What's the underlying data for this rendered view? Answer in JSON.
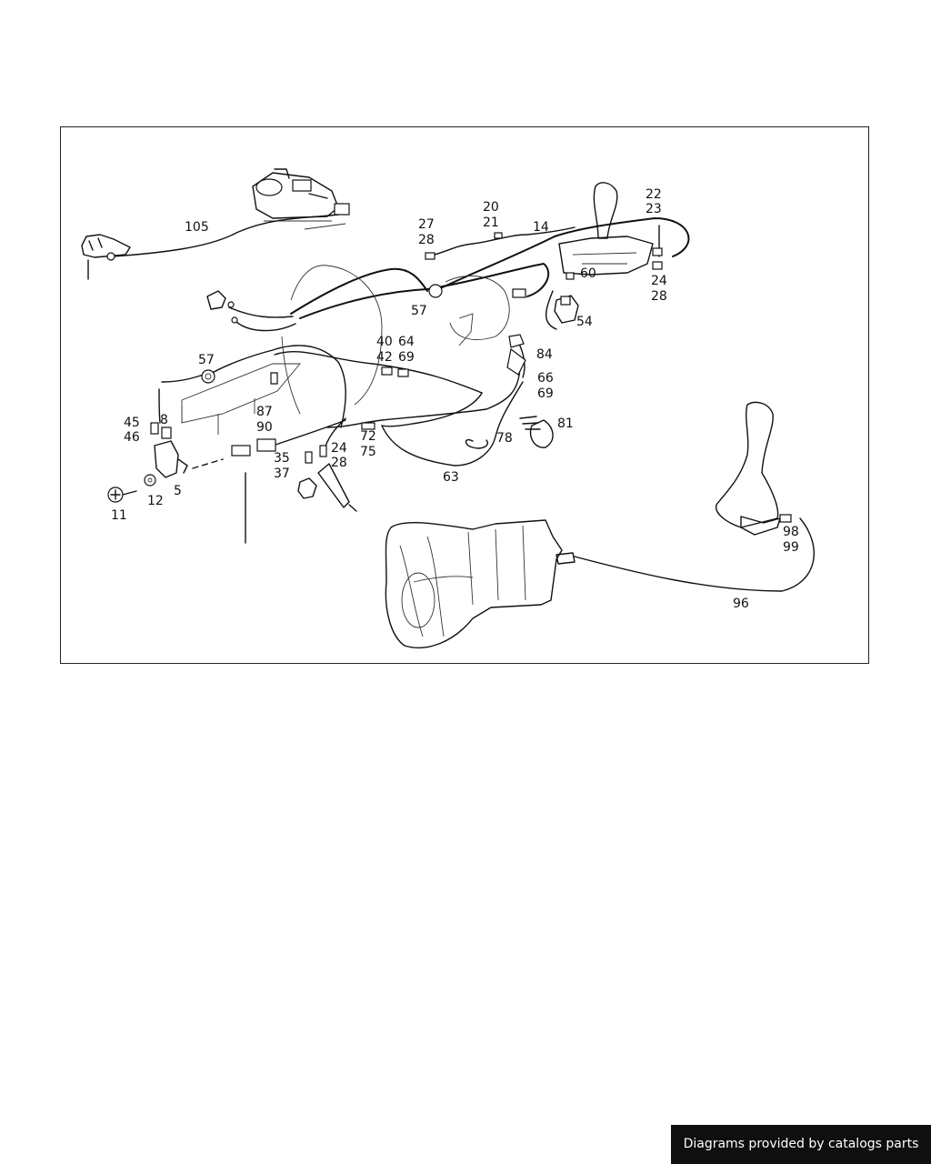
{
  "diagram": {
    "part_labels": [
      "105",
      "27",
      "28",
      "20",
      "21",
      "14",
      "22",
      "23",
      "24",
      "28",
      "60",
      "57",
      "54",
      "57",
      "40",
      "42",
      "64",
      "69",
      "84",
      "66",
      "69",
      "45",
      "46",
      "8",
      "87",
      "90",
      "81",
      "72",
      "75",
      "78",
      "35",
      "37",
      "24",
      "28",
      "5",
      "12",
      "11",
      "63",
      "98",
      "99",
      "96"
    ]
  },
  "footer": {
    "credit": "Diagrams provided by catalogs parts"
  },
  "colors": {
    "line": "#111111",
    "banner_bg": "#0f0f0f",
    "banner_text": "#ffffff"
  }
}
